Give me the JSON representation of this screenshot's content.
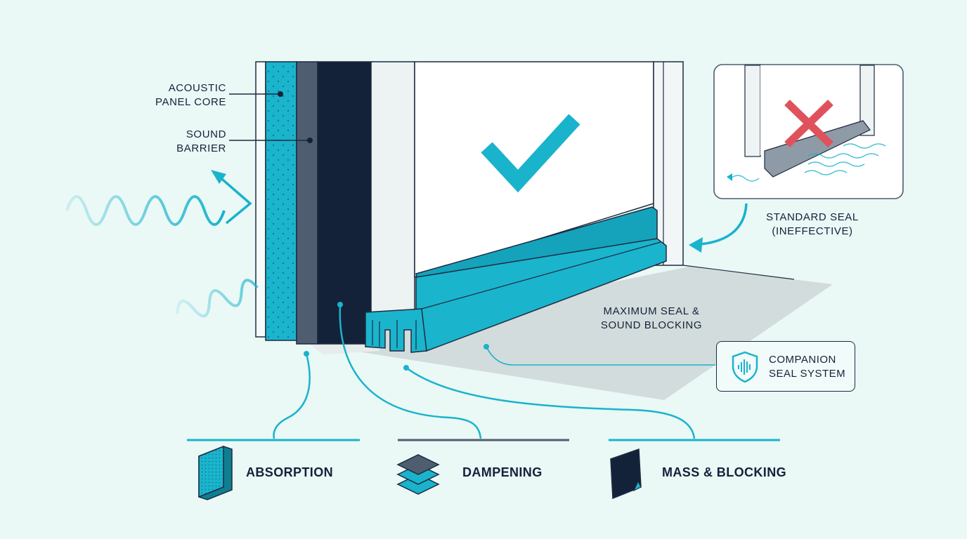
{
  "labels": {
    "acoustic_core": [
      "ACOUSTIC",
      "PANEL CORE"
    ],
    "sound_barrier": [
      "SOUND",
      "BARRIER"
    ],
    "standard_seal": [
      "STANDARD SEAL",
      "(INEFFECTIVE)"
    ],
    "max_seal": [
      "MAXIMUM SEAL &",
      "SOUND BLOCKING"
    ],
    "companion": [
      "COMPANION",
      "SEAL SYSTEM"
    ]
  },
  "legend": [
    {
      "icon": "perforated-panel-icon",
      "label": "ABSORPTION"
    },
    {
      "icon": "layered-stack-icon",
      "label": "DAMPENING"
    },
    {
      "icon": "dark-sheet-icon",
      "label": "MASS & BLOCKING"
    }
  ],
  "icons": {
    "checkmark": "checkmark-icon",
    "cross": "x-mark-icon",
    "shield": "shield-waveform-icon"
  },
  "colors": {
    "background": "#eaf8f6",
    "teal": "#19b3cc",
    "navy": "#142239",
    "slate": "#4f5d70",
    "red": "#e0525b"
  }
}
